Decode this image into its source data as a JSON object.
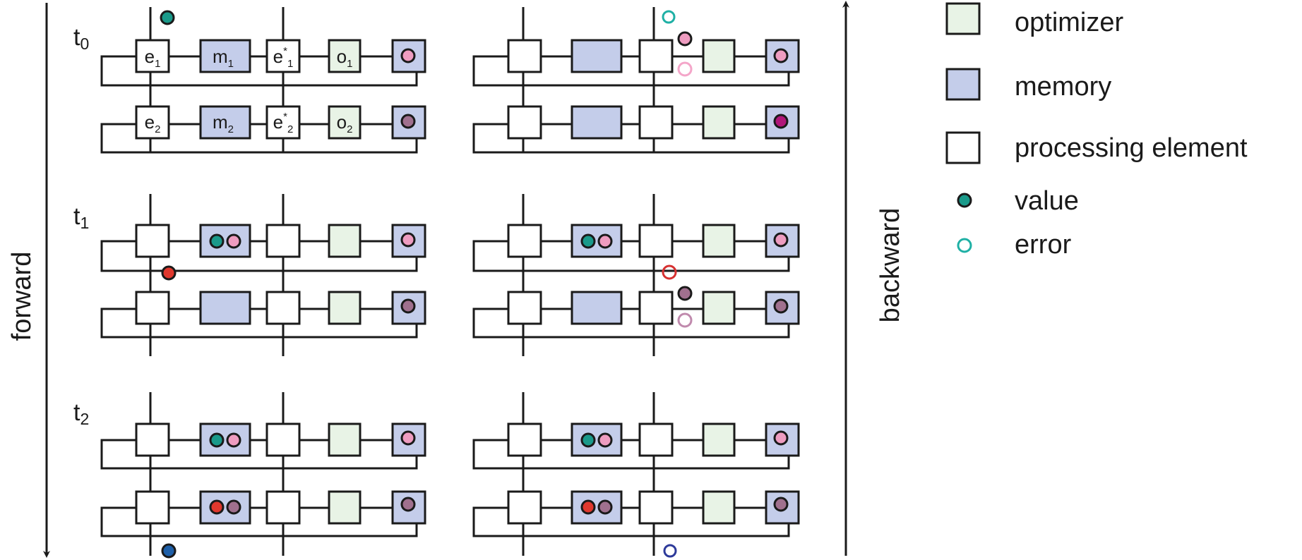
{
  "colors": {
    "stroke": "#1a1a1a",
    "processing": "#ffffff",
    "memory": "#c4cdea",
    "optimizer": "#e8f3e6",
    "value_teal": "#1a9a8a",
    "value_pink": "#ee9cc0",
    "value_mauve": "#a0708e",
    "value_magenta": "#b1167a",
    "value_red": "#e0382e",
    "value_blue": "#1e5fa8",
    "error_teal": "#1fb0a5",
    "error_pink": "#f4a6c9",
    "error_mauve": "#c08aad",
    "error_red": "#d63030",
    "error_navy": "#2d3a9a"
  },
  "axes": {
    "forward_label": "forward",
    "backward_label": "backward"
  },
  "timesteps": [
    {
      "letter": "t",
      "sub": "0"
    },
    {
      "letter": "t",
      "sub": "1"
    },
    {
      "letter": "t",
      "sub": "2"
    }
  ],
  "cell_labels": {
    "row1": {
      "encoder": {
        "base": "e",
        "sub": "1"
      },
      "memory": {
        "base": "m",
        "sub": "1"
      },
      "decoder": {
        "base": "e",
        "sup": "*",
        "sub": "1"
      },
      "optimizer": {
        "base": "o",
        "sub": "1"
      }
    },
    "row2": {
      "encoder": {
        "base": "e",
        "sub": "2"
      },
      "memory": {
        "base": "m",
        "sub": "2"
      },
      "decoder": {
        "base": "e",
        "sup": "*",
        "sub": "2"
      },
      "optimizer": {
        "base": "o",
        "sub": "2"
      }
    }
  },
  "legend": [
    {
      "kind": "optimizer",
      "label": "optimizer"
    },
    {
      "kind": "memory",
      "label": "memory"
    },
    {
      "kind": "processing",
      "label": "processing element"
    },
    {
      "kind": "value",
      "label": "value"
    },
    {
      "kind": "error",
      "label": "error"
    }
  ]
}
